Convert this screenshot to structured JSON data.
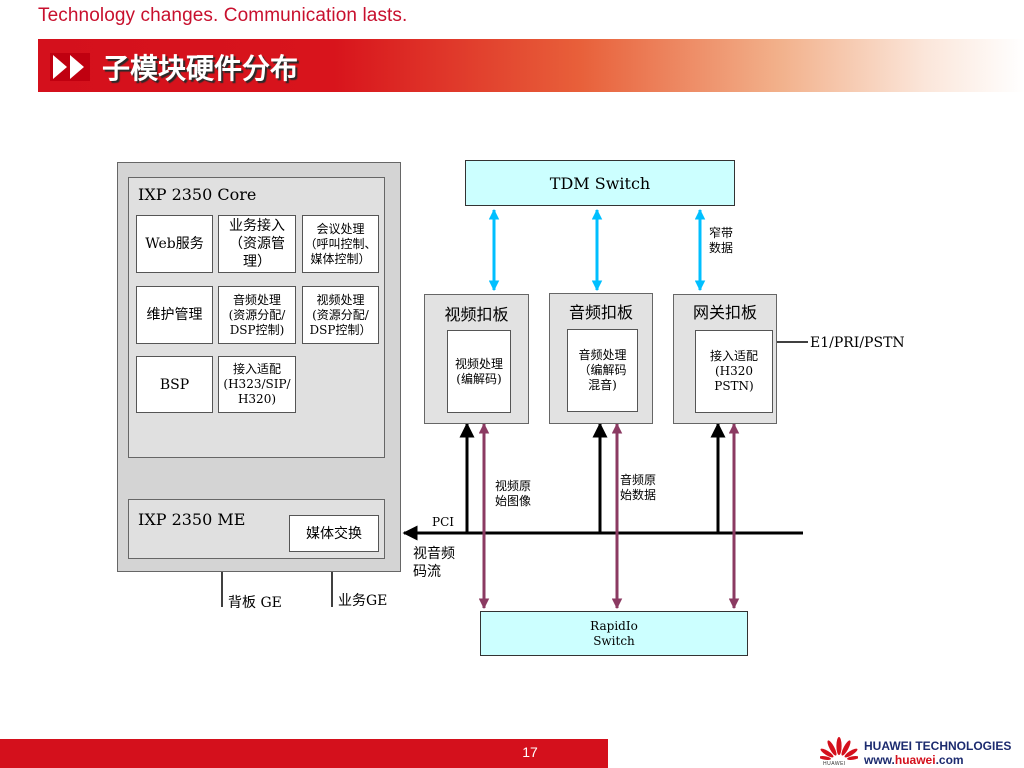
{
  "header": {
    "tagline": "Technology changes. Communication lasts.",
    "title": "子模块硬件分布"
  },
  "colors": {
    "brand_red": "#d4101c",
    "switch_fill": "#ccffff",
    "arrow_cyan": "#00bfff",
    "arrow_purple": "#8b3a62",
    "panel_gray": "#d4d4d4",
    "board_gray": "#e2e2e2"
  },
  "diagram": {
    "core": {
      "label": "IXP 2350 Core",
      "modules": {
        "web": "Web服务",
        "service_access": "业务接入\n（资源管理）",
        "conference": "会议处理\n（呼叫控制、\n媒体控制）",
        "maintenance": "维护管理",
        "audio_proc": "音频处理\n(资源分配/\nDSP控制)",
        "video_proc": "视频处理\n(资源分配/\nDSP控制）",
        "bsp": "BSP",
        "access_adapt": "接入适配\n(H323/SIP/\nH320)"
      }
    },
    "me": {
      "label": "IXP 2350 ME",
      "media_switch": "媒体交换"
    },
    "ports": {
      "backplane_ge": "背板 GE",
      "service_ge": "业务GE"
    },
    "tdm_switch": "TDM Switch",
    "narrowband_data": "窄带\n数据",
    "boards": {
      "video": {
        "title": "视频扣板",
        "inner": "视频处理\n(编解码)"
      },
      "audio": {
        "title": "音频扣板",
        "inner": "音频处理\n（编解码\n混音)"
      },
      "gateway": {
        "title": "网关扣板",
        "inner": "接入适配\n(H320\nPSTN)"
      }
    },
    "e1_label": "E1/PRI/PSTN",
    "pci": "PCI",
    "av_stream": "视音频\n码流",
    "video_raw": "视频原\n始图像",
    "audio_raw": "音频原\n始数据",
    "rapidio_switch": "RapidIo\nSwitch"
  },
  "footer": {
    "page": "17",
    "company": "HUAWEI TECHNOLOGIES",
    "website_prefix": "www.",
    "website_brand": "huawei",
    "website_suffix": ".com",
    "logo_text": "HUAWEI"
  }
}
